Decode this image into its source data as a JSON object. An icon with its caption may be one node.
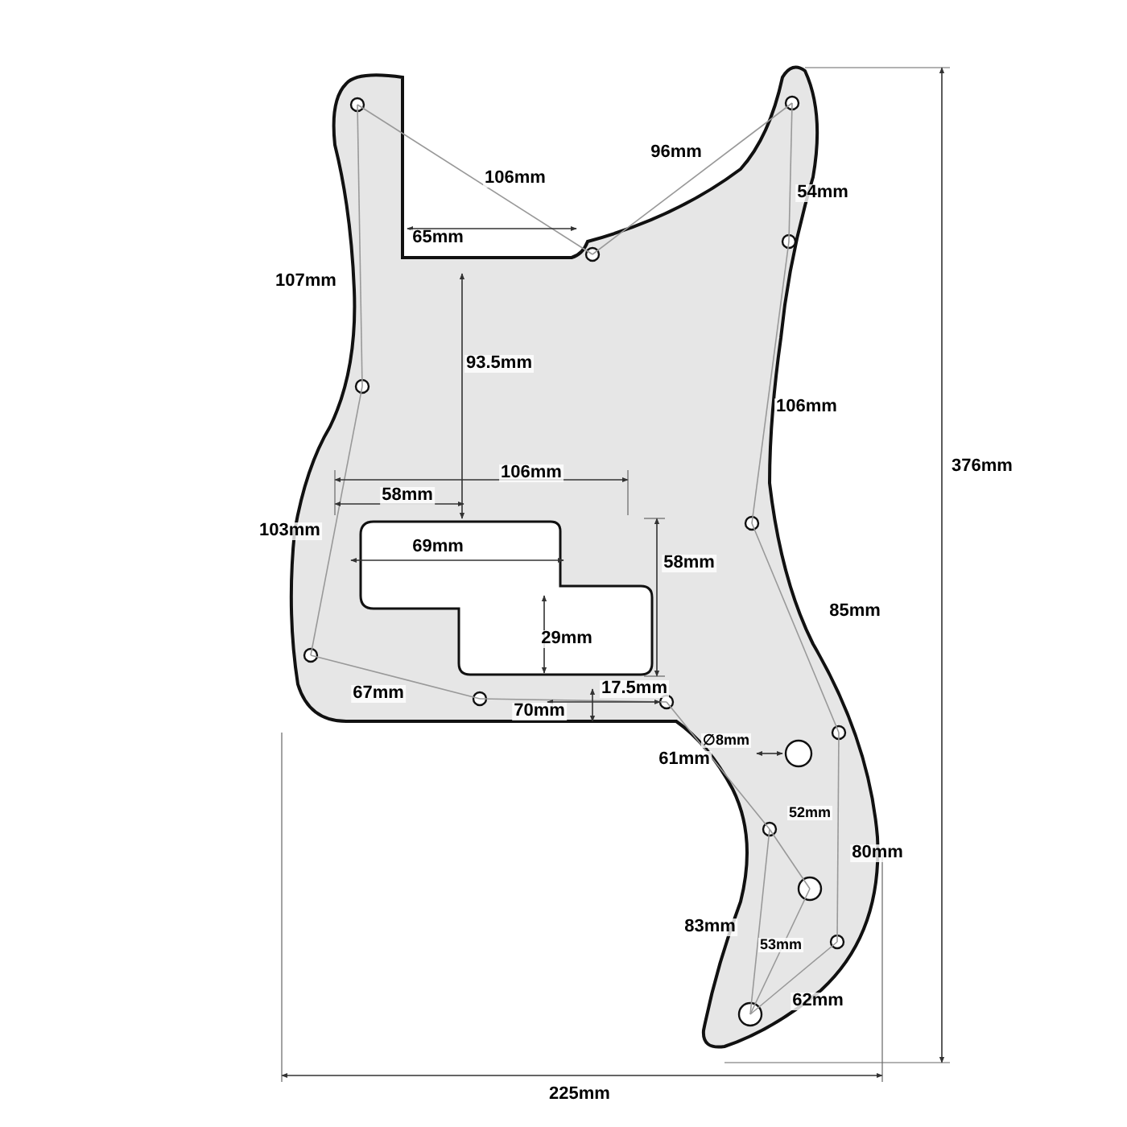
{
  "diagram": {
    "labels": [
      "96mm",
      "106mm",
      "54mm",
      "65mm",
      "107mm",
      "93.5mm",
      "106mm",
      "376mm",
      "106mm",
      "58mm",
      "103mm",
      "69mm",
      "58mm",
      "85mm",
      "29mm",
      "67mm",
      "17.5mm",
      "70mm",
      "∅8mm",
      "61mm",
      "52mm",
      "80mm",
      "83mm",
      "53mm",
      "62mm",
      "225mm"
    ]
  }
}
